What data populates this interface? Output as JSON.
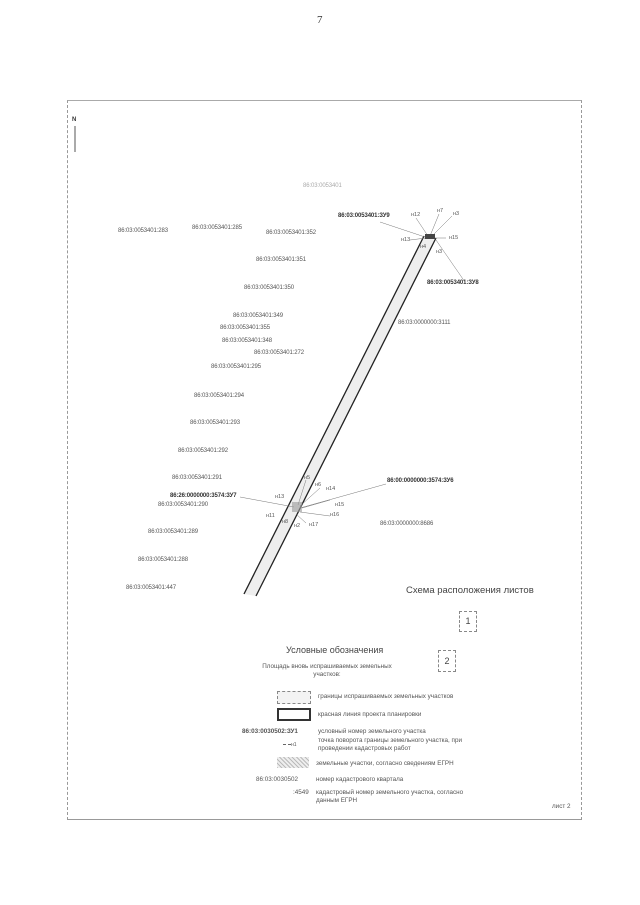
{
  "page_number": "7",
  "header_faint": "86:03:0053401",
  "north_arrow": "N",
  "parcels": [
    "86:03:0053401:283",
    "86:03:0053401:285",
    "86:03:0053401:352",
    "86:03:0053401:351",
    "86:03:0053401:350",
    "86:03:0053401:349",
    "86:03:0053401:355",
    "86:03:0053401:348",
    "86:03:0053401:272",
    "86:03:0053401:295",
    "86:03:0053401:294",
    "86:03:0053401:293",
    "86:03:0053401:292",
    "86:03:0053401:291",
    "86:03:0053401:290",
    "86:03:0053401:289",
    "86:03:0053401:288",
    "86:03:0053401:447",
    "86:03:0000000:3111",
    "86:03:0000000:8686"
  ],
  "new_parcels": {
    "zu9": "86:03:0053401:ЗУ9",
    "zu8": "86:03:0053401:ЗУ8",
    "zu7": "86:26:0000000:3574:ЗУ7",
    "zu6": "86:00:0000000:3574:ЗУ6"
  },
  "points_top": [
    "н12",
    "н7",
    "н3",
    "н13",
    "н15",
    "н4",
    "н3"
  ],
  "points_bottom": [
    "н5",
    "н6",
    "н14",
    "н13",
    "н15",
    "н11",
    "н16",
    "н8",
    "н2",
    "н17"
  ],
  "sheet_scheme": {
    "title": "Схема расположения листов",
    "sheets": [
      "1",
      "2"
    ]
  },
  "legend": {
    "title": "Условные обозначения",
    "subtitle": "Площадь вновь испрашиваемых земельных участков:",
    "items": [
      {
        "symbol": "",
        "text": "границы испрашиваемых земельных участков"
      },
      {
        "symbol": "",
        "text": "красная линия проекта планировки"
      },
      {
        "symbol": "86:03:0030502:ЗУ1",
        "text": "условный номер земельного участка"
      },
      {
        "symbol": "н1",
        "text": "точка поворота границы земельного участка, при проведении кадастровых работ"
      },
      {
        "symbol": "",
        "text": "земельные участки, согласно сведениям ЕГРН"
      },
      {
        "symbol": "86:03:0030502",
        "text": "номер кадастрового квартала"
      },
      {
        "symbol": ":4549",
        "text": "кадастровый номер земельного участка, согласно данным ЕГРН"
      }
    ]
  },
  "sheet_label": "лист 2"
}
